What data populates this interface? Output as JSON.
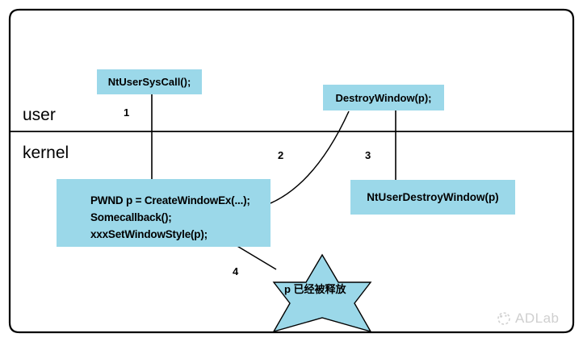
{
  "diagram": {
    "title_present": false,
    "fill_color": "#9BD8E9",
    "stroke_color": "#000000",
    "background": "#ffffff",
    "layers": [
      {
        "name": "user-layer-label",
        "label": "user"
      },
      {
        "name": "kernel-layer-label",
        "label": "kernel"
      }
    ],
    "nodes": [
      {
        "name": "ntusersyscall-box",
        "label": "NtUserSysCall();"
      },
      {
        "name": "destroywindow-box",
        "label": "DestroyWindow(p);"
      },
      {
        "name": "ntuserdestroywindow-box",
        "label": "NtUserDestroyWindow(p)"
      }
    ],
    "code_box": {
      "name": "kernel-code-box",
      "lines": [
        "PWND p = CreateWindowEx(...);",
        "Somecallback();",
        "xxxSetWindowStyle(p);"
      ]
    },
    "star": {
      "name": "freed-pointer-star",
      "label": "p 已经被释放"
    },
    "steps": [
      {
        "name": "step-number-1",
        "label": "1"
      },
      {
        "name": "step-number-2",
        "label": "2"
      },
      {
        "name": "step-number-3",
        "label": "3"
      },
      {
        "name": "step-number-4",
        "label": "4"
      }
    ]
  },
  "watermark": {
    "icon": "adlab-logo-icon",
    "text": "ADLab"
  }
}
